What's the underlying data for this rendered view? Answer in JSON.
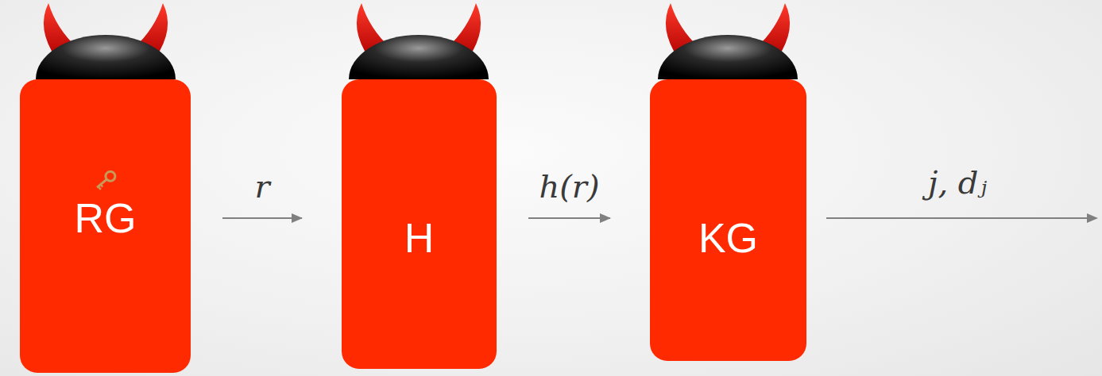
{
  "diagram": {
    "nodes": [
      {
        "text": [
          "RG"
        ]
      },
      {
        "text": [
          "H"
        ]
      },
      {
        "text": [
          "KG"
        ]
      }
    ],
    "edges": [
      {
        "from": 0,
        "to": 1,
        "arrow": "to",
        "label": "r"
      },
      {
        "from": 1,
        "to": 2,
        "arrow": "to",
        "label": "h(r)"
      }
    ],
    "labels": [
      "j, dⱼ"
    ]
  }
}
